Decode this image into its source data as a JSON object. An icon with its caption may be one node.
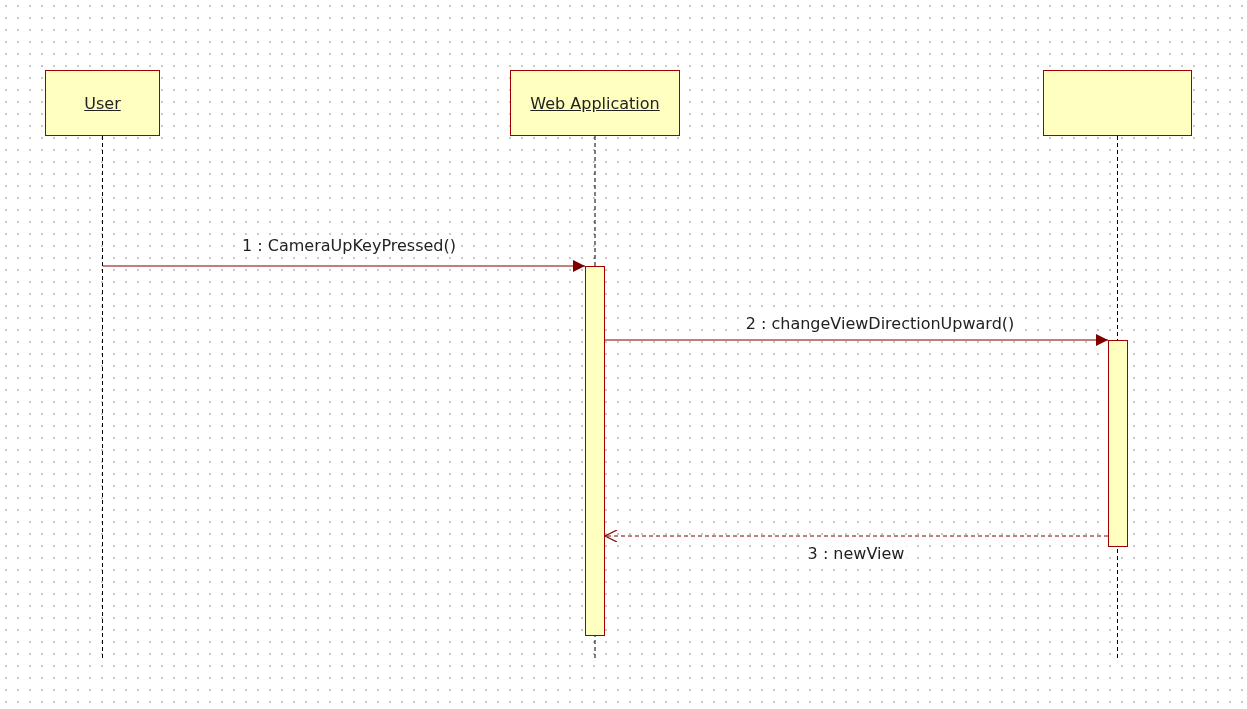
{
  "diagram": {
    "nodes": [
      {
        "text": [
          "User"
        ]
      },
      {
        "text": [
          "Web Application"
        ]
      },
      {
        "text": [],
        "shape": "box"
      },
      {
        "text": [],
        "shape": "bar"
      },
      {
        "text": [],
        "shape": "bar"
      }
    ],
    "edges": [
      {
        "from": 0,
        "to": null,
        "arrow": "none",
        "style": "dashed"
      },
      {
        "from": 1,
        "to": null,
        "arrow": "none",
        "style": "dashed"
      },
      {
        "from": 2,
        "to": null,
        "arrow": "none",
        "style": "dashed"
      },
      {
        "from": null,
        "to": 3,
        "arrow": "to",
        "label": "1 : CameraUpKeyPressed()",
        "color": "#800000"
      },
      {
        "from": 3,
        "to": 4,
        "arrow": "to",
        "label": "2 : changeViewDirectionUpward()",
        "color": "#800000"
      },
      {
        "from": 4,
        "to": 3,
        "arrow": "to",
        "label": "3 : newView",
        "style": "dashed",
        "color": "#800000"
      }
    ]
  }
}
